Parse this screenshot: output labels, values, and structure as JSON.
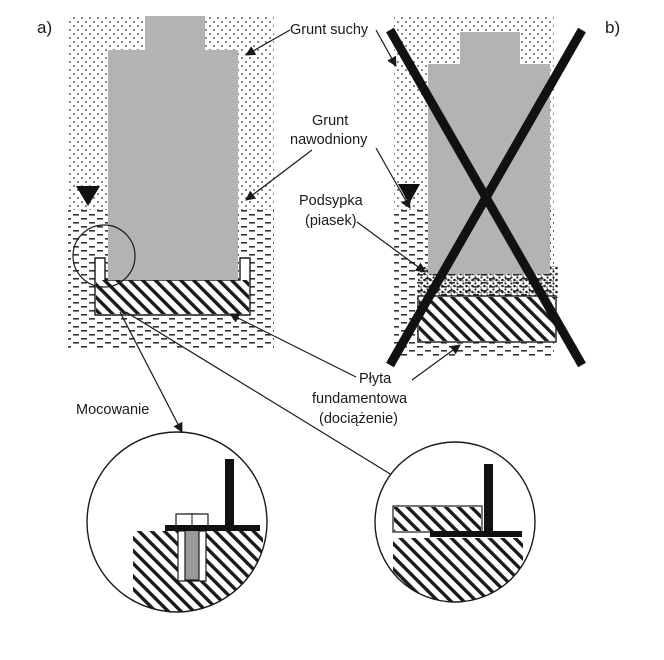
{
  "panels": {
    "a": "a)",
    "b": "b)"
  },
  "labels": {
    "dry_soil": "Grunt suchy",
    "wet_soil_line1": "Grunt",
    "wet_soil_line2": "nawodniony",
    "bedding_line1": "Podsypka",
    "bedding_line2": "(piasek)",
    "slab_line1": "Płyta",
    "slab_line2": "fundamentowa",
    "slab_line3": "(dociążenie)",
    "mounting": "Mocowanie"
  },
  "colors": {
    "tank": "#b3b3b3",
    "ink": "#1a1a1a",
    "cross": "#111111"
  }
}
